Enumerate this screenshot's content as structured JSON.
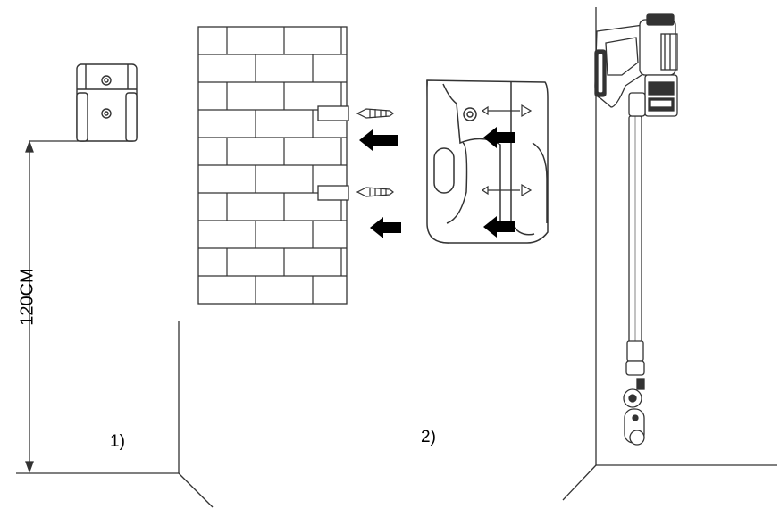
{
  "measurement": {
    "height_label": "120CM"
  },
  "steps": {
    "step_1": "1)",
    "step_2": "2)"
  },
  "colors": {
    "line": "#333333",
    "arrow": "#000000",
    "background": "#ffffff"
  }
}
